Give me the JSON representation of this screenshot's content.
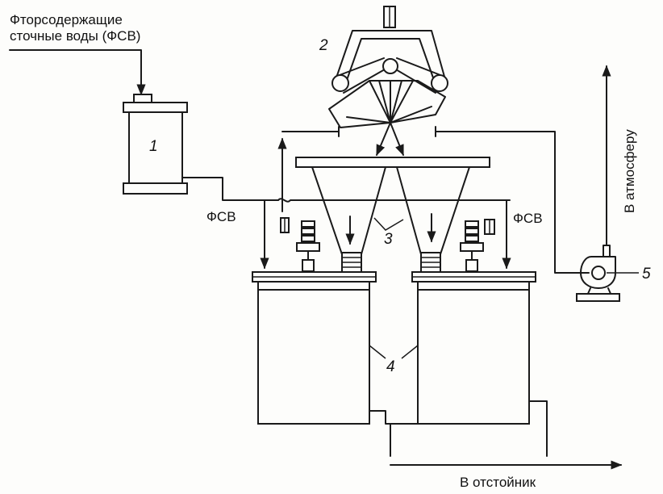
{
  "labels": {
    "inlet_line1": "Фторсодержащие",
    "inlet_line2": "сточные воды (ФСВ)",
    "fsv_left": "ФСВ",
    "fsv_right": "ФСВ",
    "atmosphere": "В атмосферу",
    "settler": "В отстойник"
  },
  "numbers": {
    "n1": "1",
    "n2": "2",
    "n3": "3",
    "n4": "4",
    "n5": "5"
  },
  "colors": {
    "line": "#1a1a1a",
    "background": "#fdfdfb"
  }
}
